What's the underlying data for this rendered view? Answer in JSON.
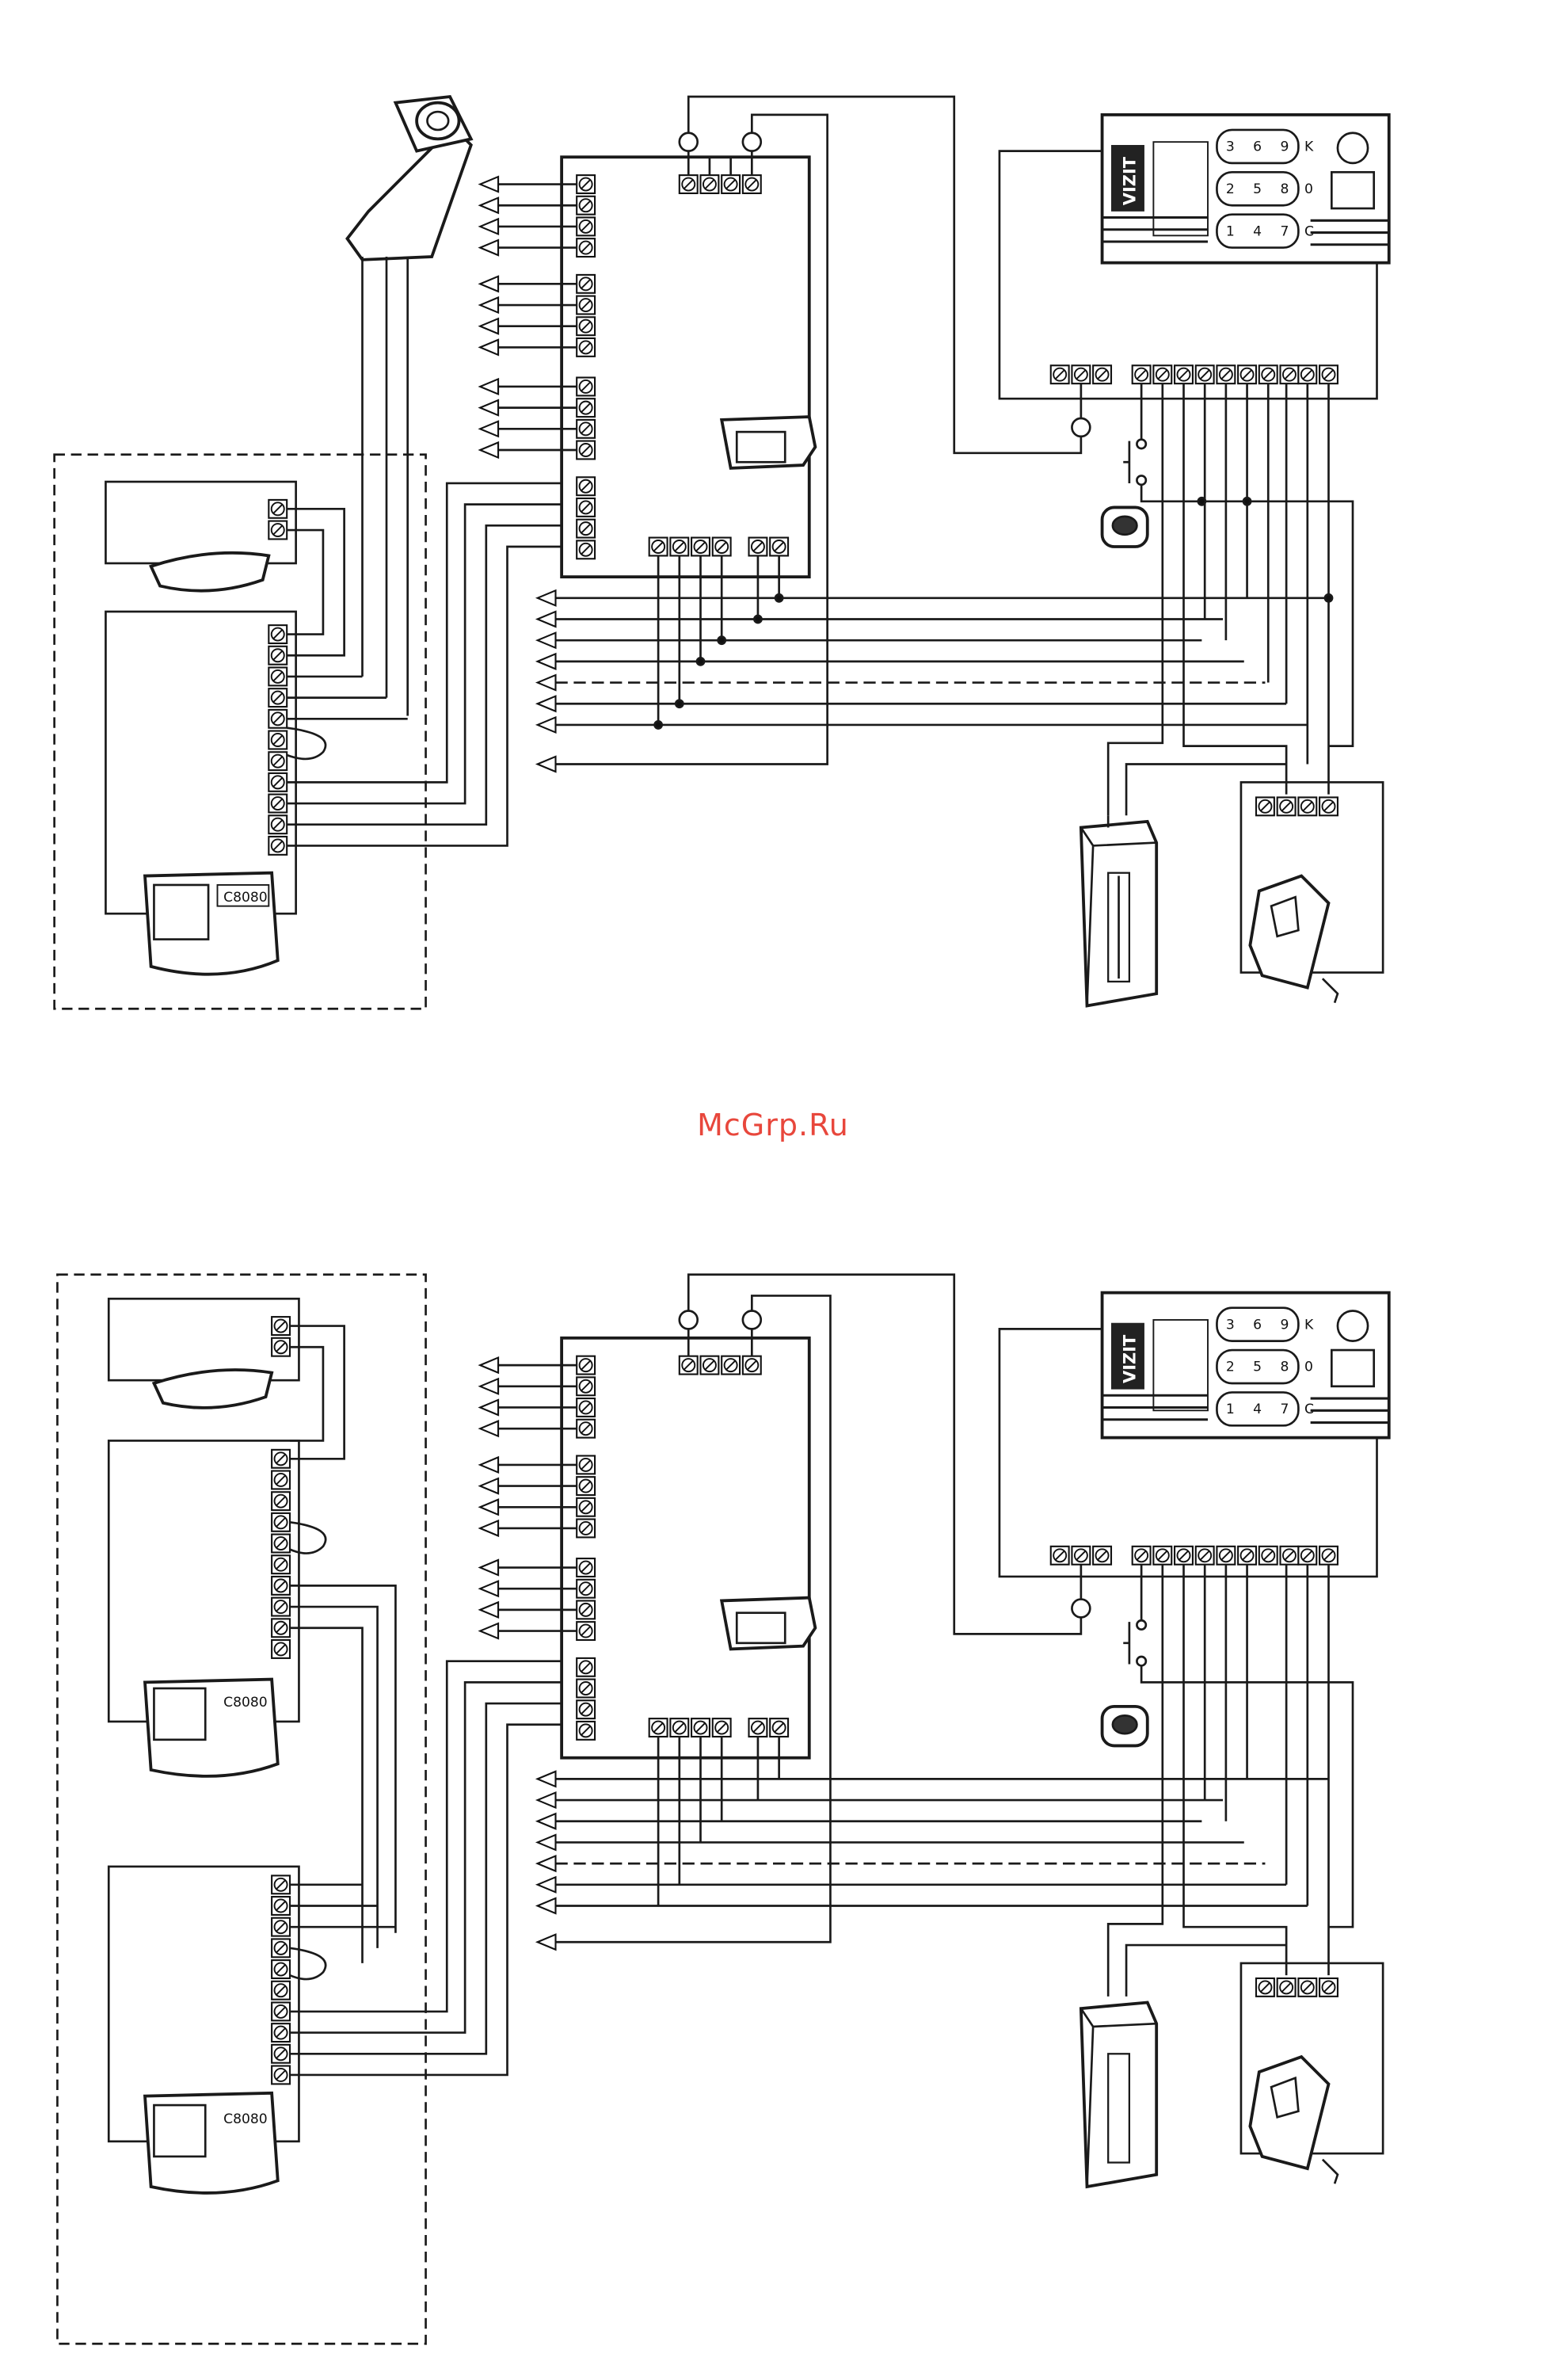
{
  "watermark": "McGrp.Ru",
  "keypad_brand": "VIZIT",
  "keypad_keys": [
    "3",
    "6",
    "9",
    "K",
    "2",
    "5",
    "8",
    "0",
    "1",
    "4",
    "7",
    "C"
  ],
  "monitor_badge": "C8080",
  "colors": {
    "line": "#1a1a1a",
    "watermark": "#e8473c",
    "panel_dark": "#222222"
  }
}
